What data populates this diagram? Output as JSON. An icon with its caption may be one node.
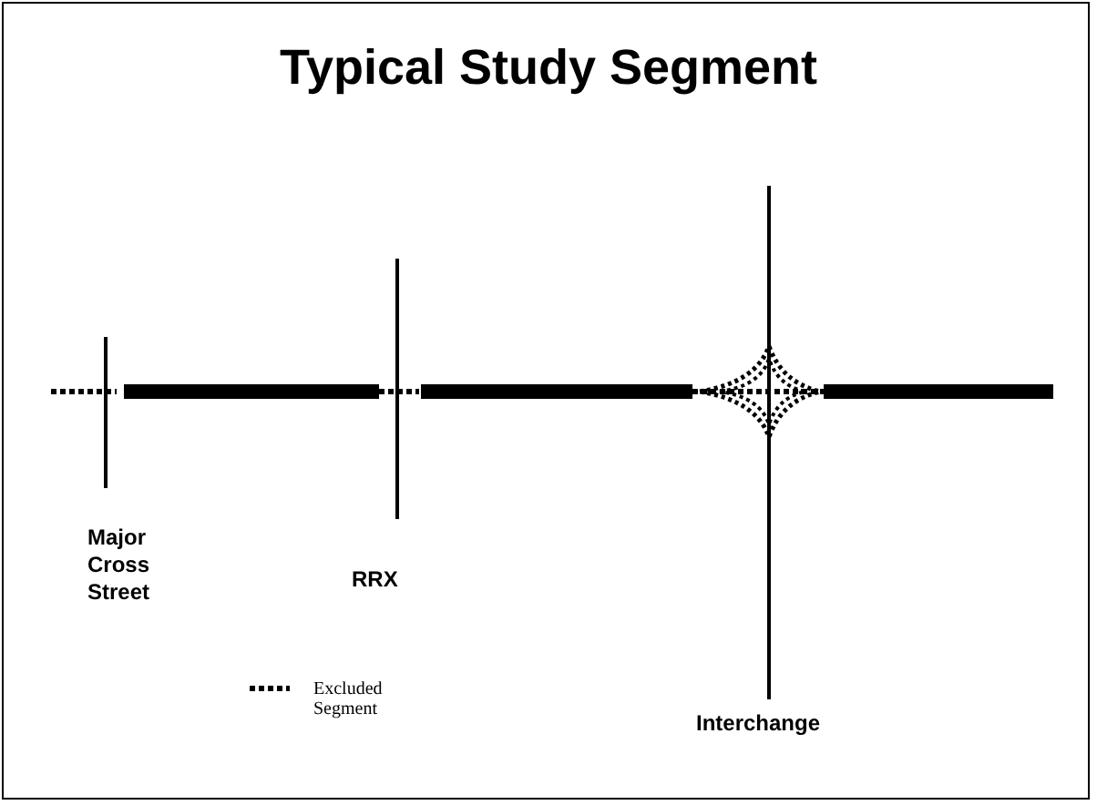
{
  "diagram": {
    "title": "Typical Study Segment",
    "labels": [
      "Major Cross Street",
      "RRX",
      "Interchange"
    ],
    "legend": [
      {
        "text": "Excluded Segment"
      }
    ]
  }
}
